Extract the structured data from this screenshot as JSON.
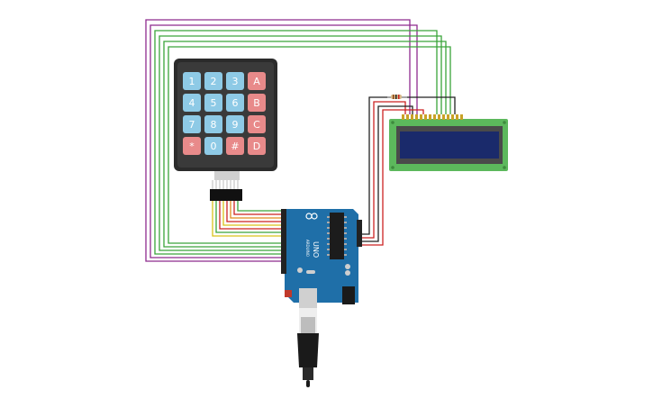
{
  "keypad": {
    "rows": [
      [
        "1",
        "2",
        "3",
        "A"
      ],
      [
        "4",
        "5",
        "6",
        "B"
      ],
      [
        "7",
        "8",
        "9",
        "C"
      ],
      [
        "*",
        "0",
        "#",
        "D"
      ]
    ],
    "colors": {
      "number": "#8ecae6",
      "letter": "#e88a8a",
      "body": "#2b2b2b"
    }
  },
  "arduino": {
    "label": "UNO",
    "brand": "ARDUINO",
    "color": "#1f6fa8"
  },
  "lcd": {
    "color": "#5cb85c",
    "screen_color": "#1a2a6b"
  },
  "wire_colors": {
    "purple": "#8e2a8e",
    "green": "#3aa53a",
    "red": "#cc2222",
    "black": "#222222",
    "yellow": "#d9c21a",
    "orange": "#e08a1e"
  }
}
